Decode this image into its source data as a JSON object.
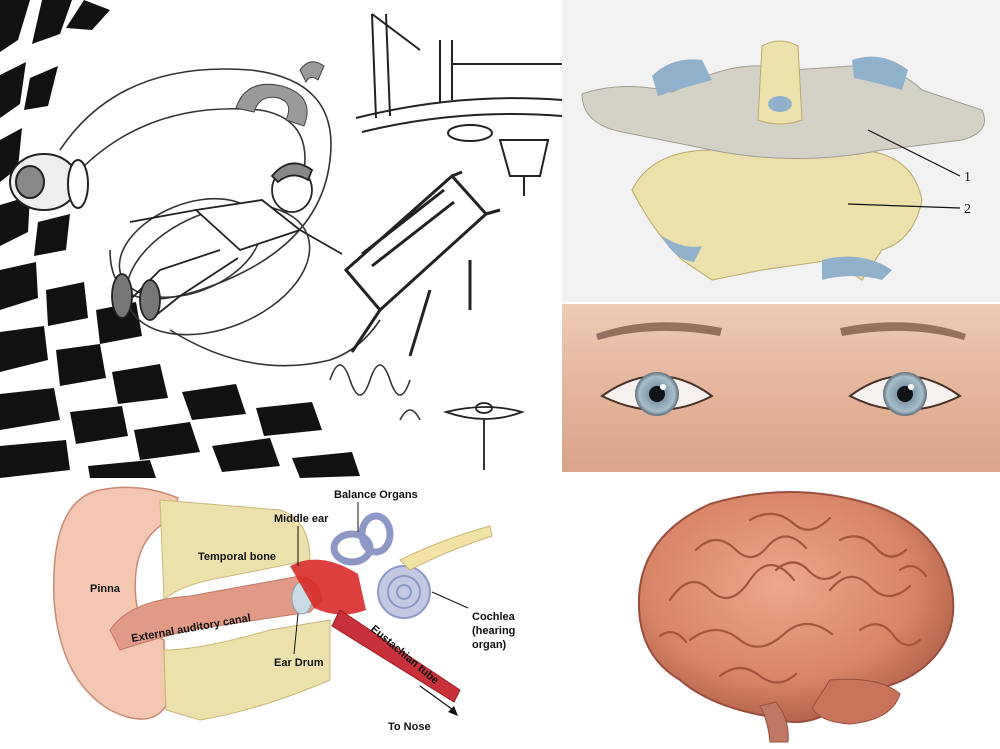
{
  "vertebra": {
    "callout_1": "1",
    "callout_2": "2"
  },
  "ear": {
    "balance_organs": "Balance Organs",
    "middle_ear": "Middle ear",
    "temporal_bone": "Temporal bone",
    "pinna": "Pinna",
    "external_auditory_canal": "External auditory canal",
    "ear_drum": "Ear Drum",
    "eustachian_tube": "Eustachian tube",
    "cochlea_line1": "Cochlea",
    "cochlea_line2": "(hearing",
    "cochlea_line3": "organ)",
    "to_nose": "To Nose"
  },
  "colors": {
    "bone": "#ece1ad",
    "bone_blue": "#8fb1cc",
    "skin": "#e7bea5",
    "iris": "#9fb7c6",
    "ear_skin": "#f3c7b1",
    "ear_canal": "#e09a86",
    "tube": "#c8313a",
    "brain": "#dd8c72",
    "brain_dark": "#b5634e"
  }
}
